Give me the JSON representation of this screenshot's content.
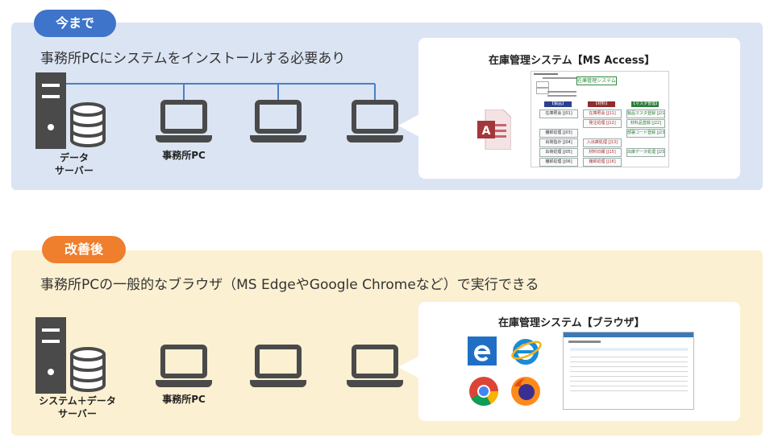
{
  "top": {
    "badge": "今まで",
    "heading": "事務所PCにシステムをインストールする必要あり",
    "server_label_line1": "データ",
    "server_label_line2": "サーバー",
    "pc_label": "事務所PC",
    "callout_title": "在庫管理システム【MS Access】",
    "accent": "#3e74c9",
    "line_color": "#4a7fc9",
    "mock": {
      "title": "在庫管理システム",
      "header_in": "【製品】",
      "header_mat": "【材料】",
      "header_master": "【マスタ管理】",
      "col1": [
        "在庫照会 [J01]",
        "",
        "棚卸処理 [J03]",
        "出荷指示 [J04]",
        "出荷処理 [J05]",
        "棚卸処理 [J06]"
      ],
      "col2": [
        "在庫照会 [J11]",
        "発注処理 [J12]",
        "",
        "入出庫処理 [J13]",
        "材料日報 [J15]",
        "棚卸処理 [J16]"
      ],
      "col3": [
        "製品マスタ登録 [J21]",
        "材料品登録 [J22]",
        "部署コード登録 [J23]",
        "",
        "出庫データ処理 [J25]",
        ""
      ]
    }
  },
  "bottom": {
    "badge": "改善後",
    "heading": "事務所PCの一般的なブラウザ（MS EdgeやGoogle Chromeなど）で実行できる",
    "server_label_line1": "システム＋データ",
    "server_label_line2": "サーバー",
    "pc_label": "事務所PC",
    "callout_title": "在庫管理システム【ブラウザ】",
    "accent": "#ef7e2d",
    "line_color": "#ef7e2d",
    "browser_icons": [
      "edge-icon",
      "internet-explorer-icon",
      "chrome-icon",
      "firefox-icon"
    ]
  }
}
